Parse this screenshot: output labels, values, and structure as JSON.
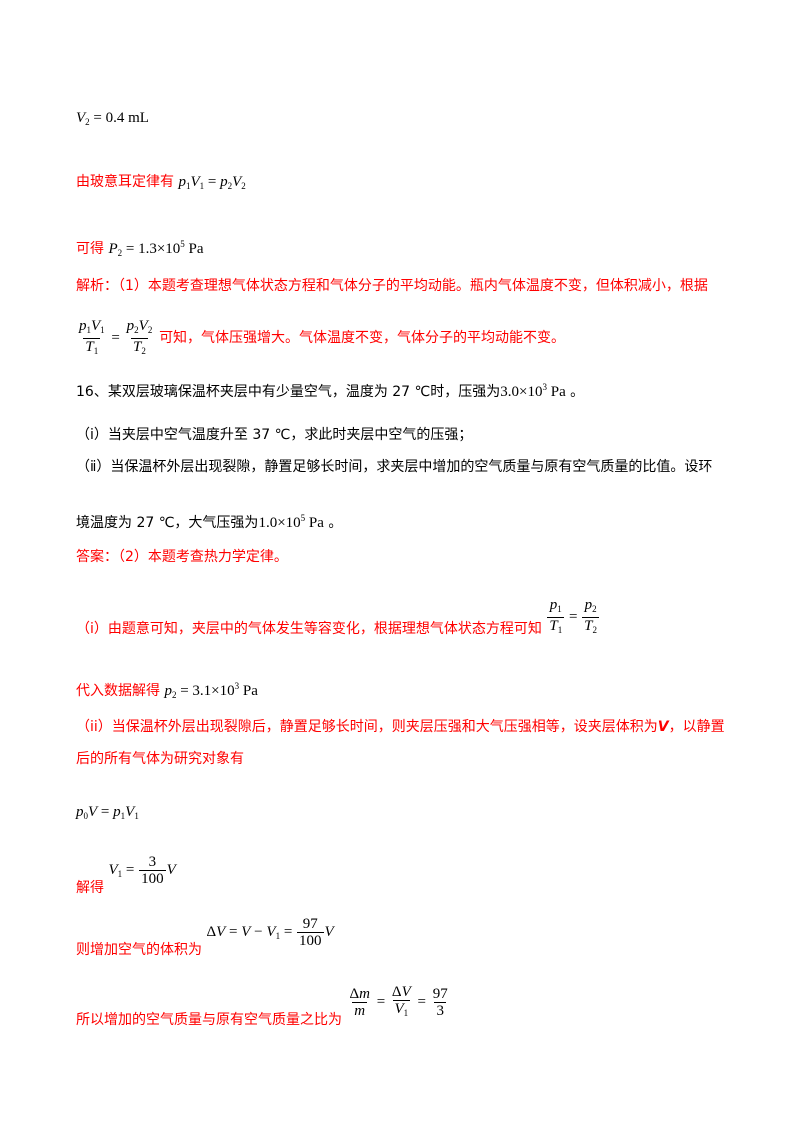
{
  "lines": {
    "l1": {
      "eq": "= 0.4 mL"
    },
    "l2": {
      "text": "由玻意耳定律有"
    },
    "l3": {
      "text": "可得",
      "eq": "= 1.3×10",
      "exp": "5",
      "unit": " Pa"
    },
    "l4": {
      "text": "解析：（1）本题考查理想气体状态方程和气体分子的平均动能。瓶内气体温度不变，但体积减小，根据"
    },
    "l5": {
      "text": "可知，气体压强增大。气体温度不变，气体分子的平均动能不变。"
    },
    "l6": {
      "pre": "16、某双层玻璃保温杯夹层中有少量空气，温度为 27 ℃时，压强为",
      "val": "3.0×10",
      "exp": "3",
      "unit": " Pa",
      "post": " 。"
    },
    "l7": {
      "text": "（ⅰ）当夹层中空气温度升至 37 ℃，求此时夹层中空气的压强；"
    },
    "l8": {
      "text": "（ⅱ）当保温杯外层出现裂隙，静置足够长时间，求夹层中增加的空气质量与原有空气质量的比值。设环"
    },
    "l9": {
      "pre": "境温度为 27 ℃，大气压强为",
      "val": "1.0×10",
      "exp": "5",
      "unit": " Pa",
      "post": " 。"
    },
    "l10": {
      "text": "答案：（2）本题考查热力学定律。"
    },
    "l11": {
      "text": "（i）由题意可知，夹层中的气体发生等容变化，根据理想气体状态方程可知"
    },
    "l12": {
      "text": "代入数据解得",
      "eq": "= 3.1×10",
      "exp": "3",
      "unit": " Pa"
    },
    "l13": {
      "pre": "（ii）当保温杯外层出现裂隙后，静置足够长时间，则夹层压强和大气压强相等，设夹层体积为",
      "var": "V",
      "post": "，以静置"
    },
    "l14": {
      "text": "后的所有气体为研究对象有"
    },
    "l16": {
      "text": "解得",
      "num": "3",
      "den": "100"
    },
    "l17": {
      "text": "则增加空气的体积为",
      "num": "97",
      "den": "100"
    },
    "l18": {
      "text": "所以增加的空气质量与原有空气质量之比为",
      "num": "97",
      "den": "3"
    }
  }
}
